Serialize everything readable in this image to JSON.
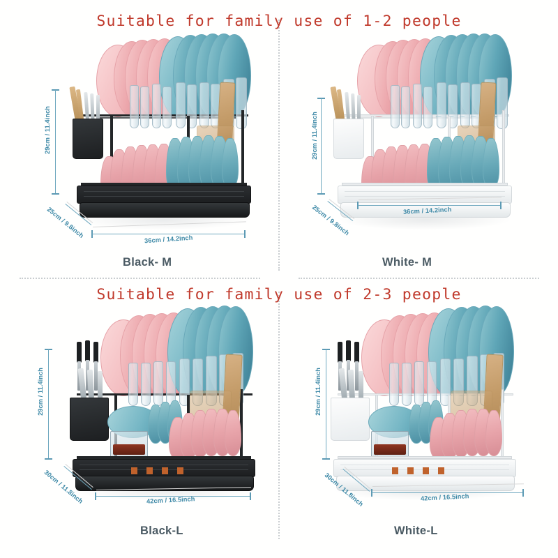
{
  "page": {
    "background_color": "#fffffe",
    "accent_red": "#c0392b",
    "dimension_color": "#3c88a6",
    "label_color": "#4a5a63"
  },
  "banners": {
    "top": "Suitable for family use of 1-2 people",
    "bottom": "Suitable for family use of 2-3 people"
  },
  "panels": [
    {
      "id": "black-m",
      "label": "Black- M",
      "color": "Black",
      "size": "M",
      "dimensions": {
        "height": "29cm / 11.4inch",
        "depth": "25cm / 9.8inch",
        "width": "36cm / 14.2inch"
      }
    },
    {
      "id": "white-m",
      "label": "White- M",
      "color": "White",
      "size": "M",
      "dimensions": {
        "height": "29cm / 11.4inch",
        "depth": "25cm / 9.8inch",
        "width": "36cm / 14.2inch"
      }
    },
    {
      "id": "black-l",
      "label": "Black-L",
      "color": "Black",
      "size": "L",
      "dimensions": {
        "height": "29cm / 11.4inch",
        "depth": "30cm / 11.8inch",
        "width": "42cm / 16.5inch"
      }
    },
    {
      "id": "white-l",
      "label": "White-L",
      "color": "White",
      "size": "L",
      "dimensions": {
        "height": "29cm / 11.4inch",
        "depth": "30cm / 11.8inch",
        "width": "42cm / 16.5inch"
      }
    }
  ],
  "product": {
    "name": "2-tier dish drying rack",
    "item_colors": {
      "plate_pink": "#eda9ae",
      "plate_teal": "#5fa6b7",
      "cutting_board": "#c39b68",
      "frame_black": "#232628",
      "frame_white": "#e9ecee"
    }
  }
}
